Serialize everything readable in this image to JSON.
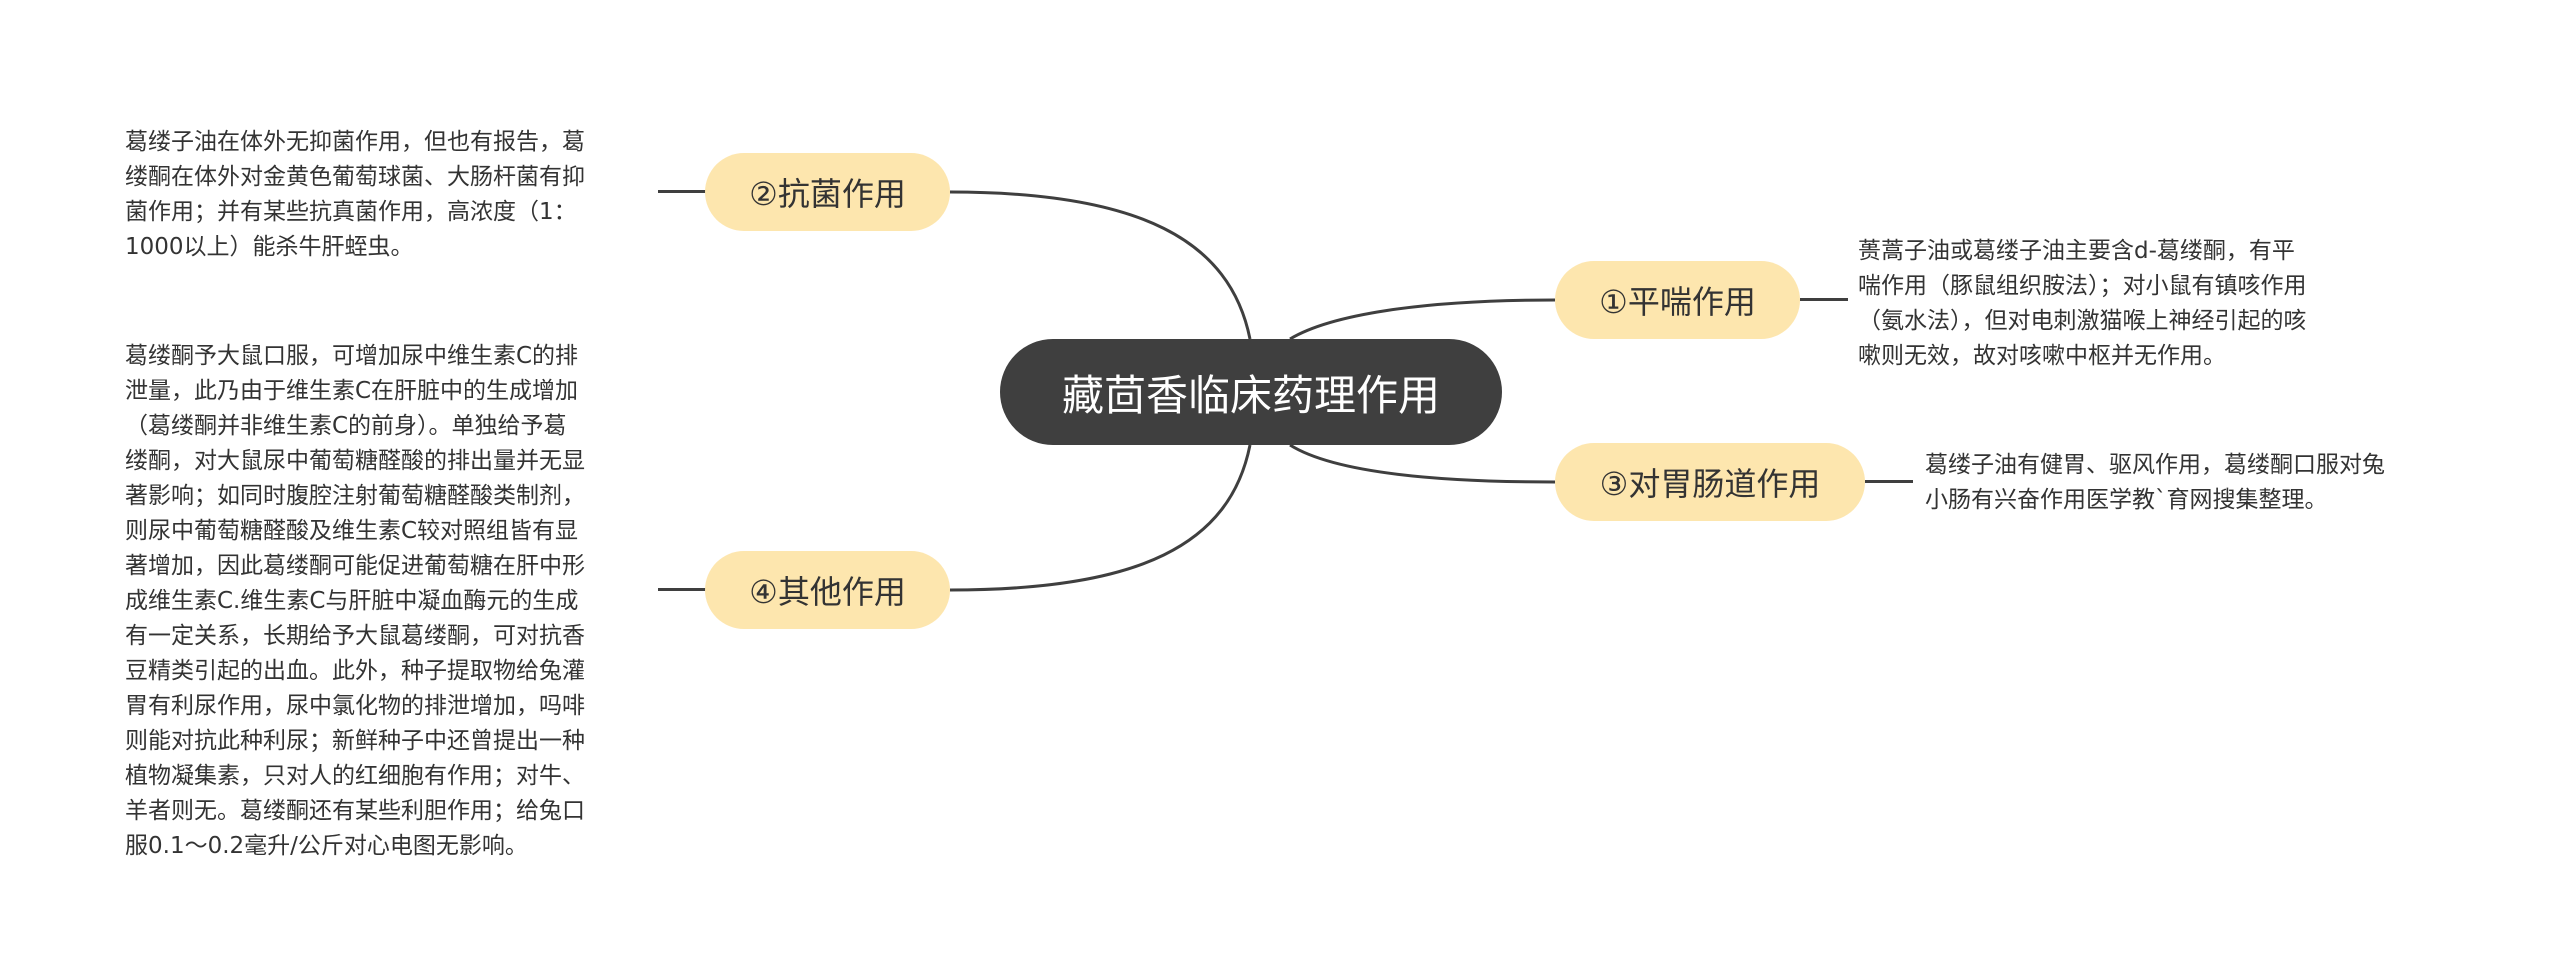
{
  "root": {
    "label": "藏茴香临床药理作用"
  },
  "branches": [
    {
      "label": "①平喘作用",
      "note": "蒉蒿子油或葛缕子油主要含d-葛缕酮，有平\n喘作用（豚鼠组织胺法）；对小鼠有镇咳作用\n（氨水法），但对电刺激猫喉上神经引起的咳\n嗽则无效，故对咳嗽中枢并无作用。"
    },
    {
      "label": "②抗菌作用",
      "note": "葛缕子油在体外无抑菌作用，但也有报告，葛\n缕酮在体外对金黄色葡萄球菌、大肠杆菌有抑\n菌作用；并有某些抗真菌作用，高浓度（1：\n1000以上）能杀牛肝蛭虫。"
    },
    {
      "label": "③对胃肠道作用",
      "note": "葛缕子油有健胃、驱风作用，葛缕酮口服对兔\n小肠有兴奋作用医学教`育网搜集整理。"
    },
    {
      "label": "④其他作用",
      "note": "葛缕酮予大鼠口服，可增加尿中维生素C的排\n泄量，此乃由于维生素C在肝脏中的生成增加\n（葛缕酮并非维生素C的前身）。单独给予葛\n缕酮，对大鼠尿中葡萄糖醛酸的排出量并无显\n著影响；如同时腹腔注射葡萄糖醛酸类制剂，\n则尿中葡萄糖醛酸及维生素C较对照组皆有显\n著增加，因此葛缕酮可能促进葡萄糖在肝中形\n成维生素C.维生素C与肝脏中凝血酶元的生成\n有一定关系，长期给予大鼠葛缕酮，可对抗香\n豆精类引起的出血。此外，种子提取物给兔灌\n胃有利尿作用，尿中氯化物的排泄增加，吗啡\n则能对抗此种利尿；新鲜种子中还曾提出一种\n植物凝集素，只对人的红细胞有作用；对牛、\n羊者则无。葛缕酮还有某些利胆作用；给兔口\n服0.1～0.2毫升/公斤对心电图无影响。"
    }
  ]
}
